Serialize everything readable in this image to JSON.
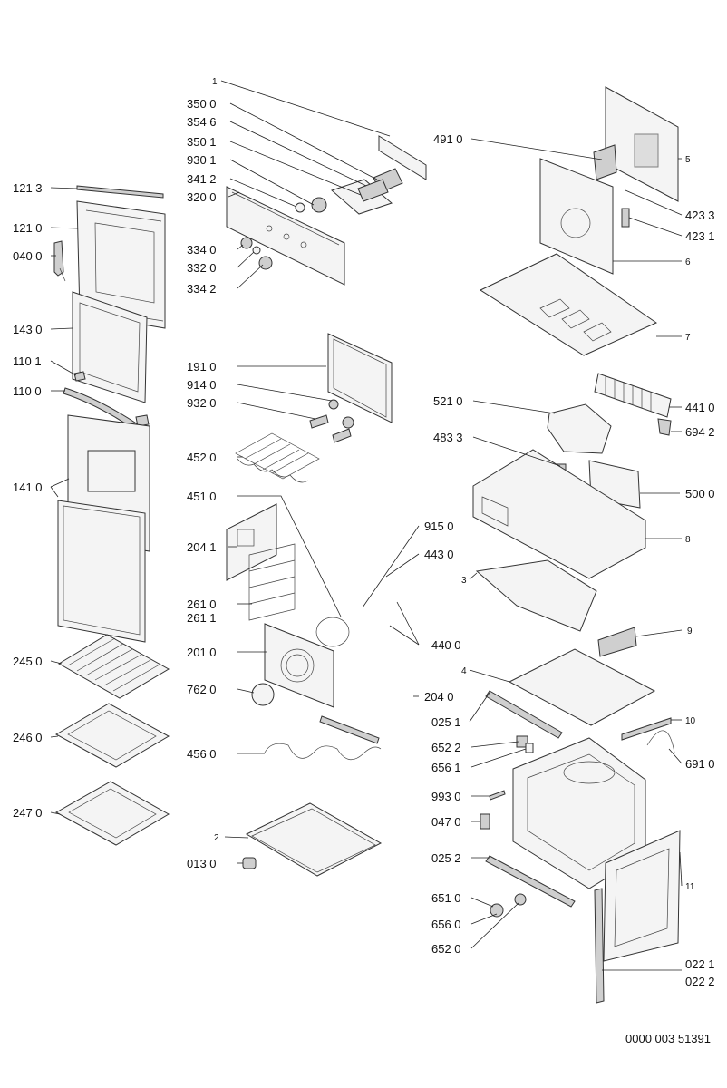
{
  "diagram_code": "0000 003 51391",
  "labels": {
    "l1": "1",
    "l3500": "350 0",
    "l3546": "354 6",
    "l3501": "350 1",
    "l9301": "930 1",
    "l3412": "341 2",
    "l3200": "320 0",
    "l3340": "334 0",
    "l3320": "332 0",
    "l3342": "334 2",
    "l1213": "121 3",
    "l1210": "121 0",
    "l0400": "040 0",
    "l1430": "143 0",
    "l1101": "110 1",
    "l1100": "110 0",
    "l1410": "141 0",
    "l2450": "245 0",
    "l2460": "246 0",
    "l2470": "247 0",
    "l1910": "191 0",
    "l9140": "914 0",
    "l9320": "932 0",
    "l4520": "452 0",
    "l4510": "451 0",
    "l2041": "204 1",
    "l2610": "261 0",
    "l2611": "261 1",
    "l2010": "201 0",
    "l7620": "762 0",
    "l4560": "456 0",
    "l2": "2",
    "l0130": "013 0",
    "l4910": "491 0",
    "l5": "5",
    "l4233": "423 3",
    "l4231": "423 1",
    "l6": "6",
    "l7": "7",
    "l4410": "441 0",
    "l6942": "694 2",
    "l5210": "521 0",
    "l4833": "483 3",
    "l5000": "500 0",
    "l8": "8",
    "l9150": "915 0",
    "l4430": "443 0",
    "l4400": "440 0",
    "l3": "3",
    "l9": "9",
    "l4": "4",
    "l2040": "204 0",
    "l0251": "025 1",
    "l10": "10",
    "l6522": "652 2",
    "l6561": "656 1",
    "l6910": "691 0",
    "l9930": "993 0",
    "l0470": "047 0",
    "l0252": "025 2",
    "l6510": "651 0",
    "l6560": "656 0",
    "l6520": "652 0",
    "l11": "11",
    "l0221": "022 1",
    "l0222": "022 2"
  }
}
